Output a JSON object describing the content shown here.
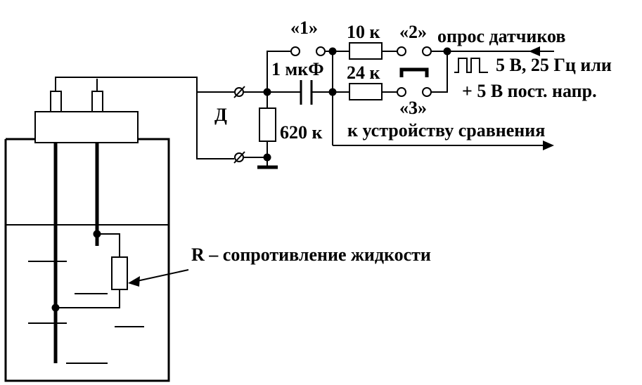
{
  "labels": {
    "pos1": "«1»",
    "pos2": "«2»",
    "pos3": "«3»",
    "r10k": "10 к",
    "r24k": "24 к",
    "cap": "1 мкФ",
    "r620k": "620 к",
    "connector": "Д",
    "poll": "опрос датчиков",
    "pulse_spec": "5 В, 25 Гц или",
    "dc_spec": "+ 5 В пост. напр.",
    "compare": "к устройству сравнения",
    "liquid_resistance": "R – сопротивление жидкости"
  }
}
